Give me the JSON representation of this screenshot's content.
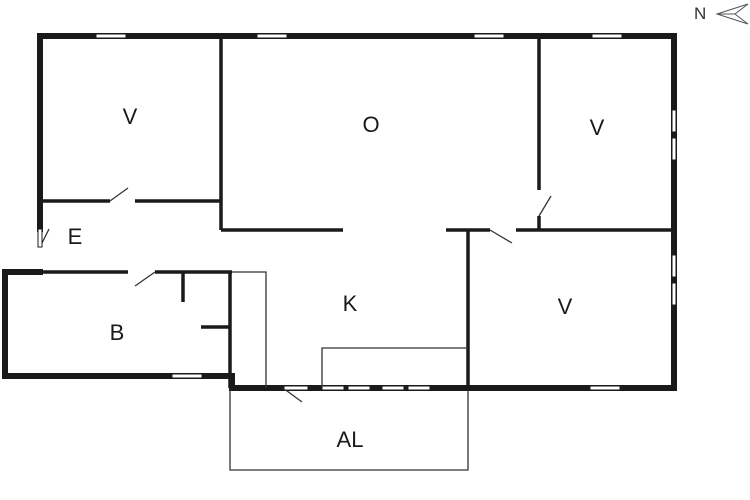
{
  "floorplan": {
    "rooms": [
      {
        "key": "v1",
        "label": "V"
      },
      {
        "key": "o",
        "label": "O"
      },
      {
        "key": "v2",
        "label": "V"
      },
      {
        "key": "e",
        "label": "E"
      },
      {
        "key": "k",
        "label": "K"
      },
      {
        "key": "b",
        "label": "B"
      },
      {
        "key": "v3",
        "label": "V"
      },
      {
        "key": "al",
        "label": "AL"
      }
    ]
  },
  "compass": {
    "label": "N"
  },
  "colors": {
    "wall": "#1a1a1a",
    "window": "#ffffff",
    "thin_line": "#333333"
  }
}
